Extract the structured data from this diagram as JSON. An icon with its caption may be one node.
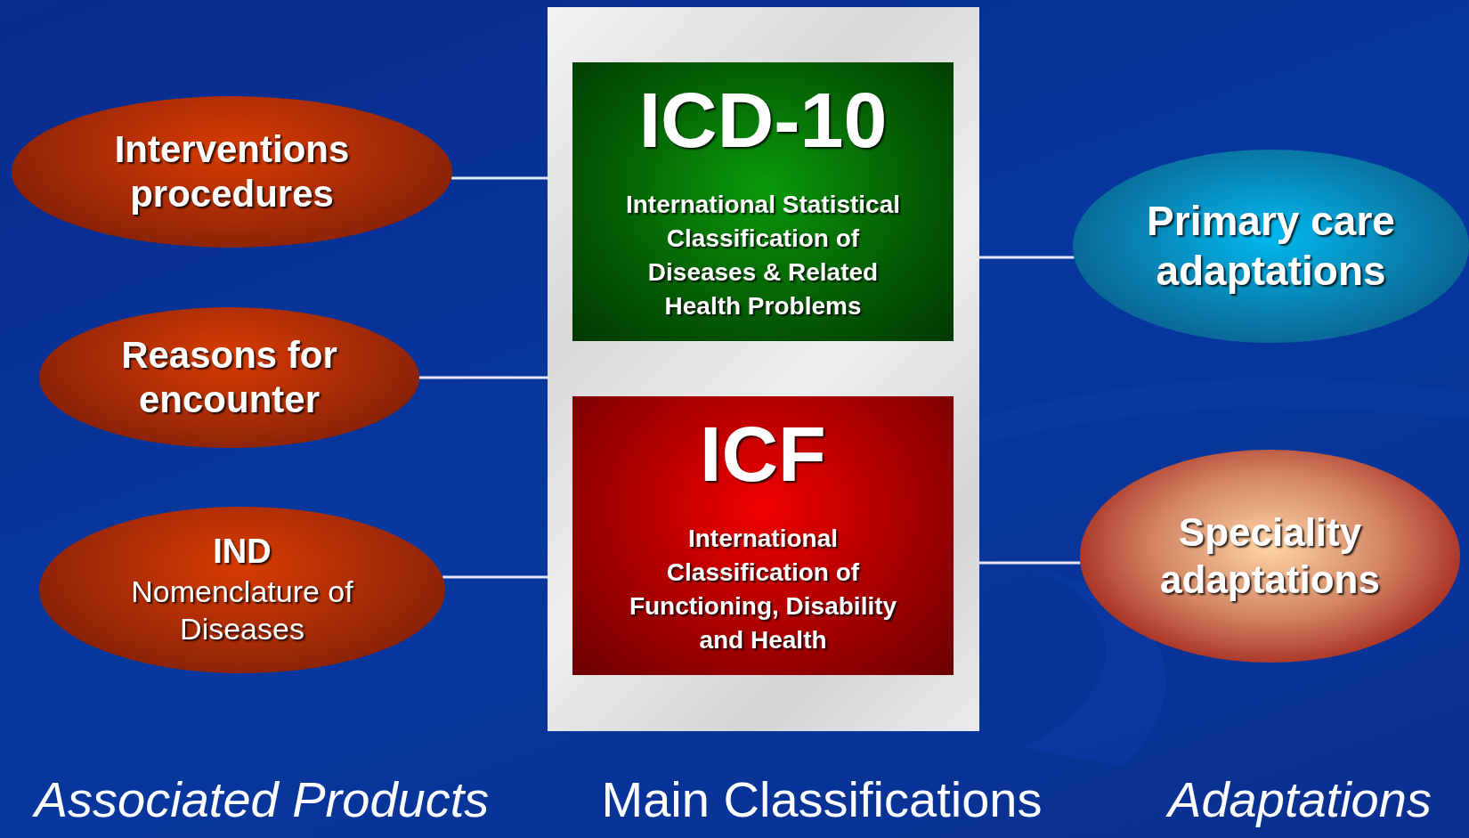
{
  "diagram": {
    "nodes": [
      {
        "text": [
          "Interventions procedures"
        ]
      },
      {
        "text": [
          "Reasons for encounter"
        ]
      },
      {
        "text": [
          "IND",
          "Nomenclature of Diseases"
        ]
      },
      {
        "text": [],
        "shape": "box"
      },
      {
        "text": [
          "ICD-10",
          "International Statistical Classification of Diseases & Related Health Problems"
        ],
        "in": 3
      },
      {
        "text": [
          "ICF",
          "International Classification of Functioning, Disability and Health"
        ],
        "in": 3
      },
      {
        "text": [
          "Primary care adaptations"
        ]
      },
      {
        "text": [
          "Speciality adaptations"
        ]
      }
    ],
    "edges": [
      {
        "from": 0,
        "to": 3,
        "arrow": "none"
      },
      {
        "from": 1,
        "to": 3,
        "arrow": "none"
      },
      {
        "from": 2,
        "to": 3,
        "arrow": "none"
      },
      {
        "from": 6,
        "to": 3,
        "arrow": "none"
      },
      {
        "from": 7,
        "to": 3,
        "arrow": "none"
      }
    ],
    "labels": [
      "Associated Products",
      "Main Classifications",
      "Adaptations"
    ]
  }
}
